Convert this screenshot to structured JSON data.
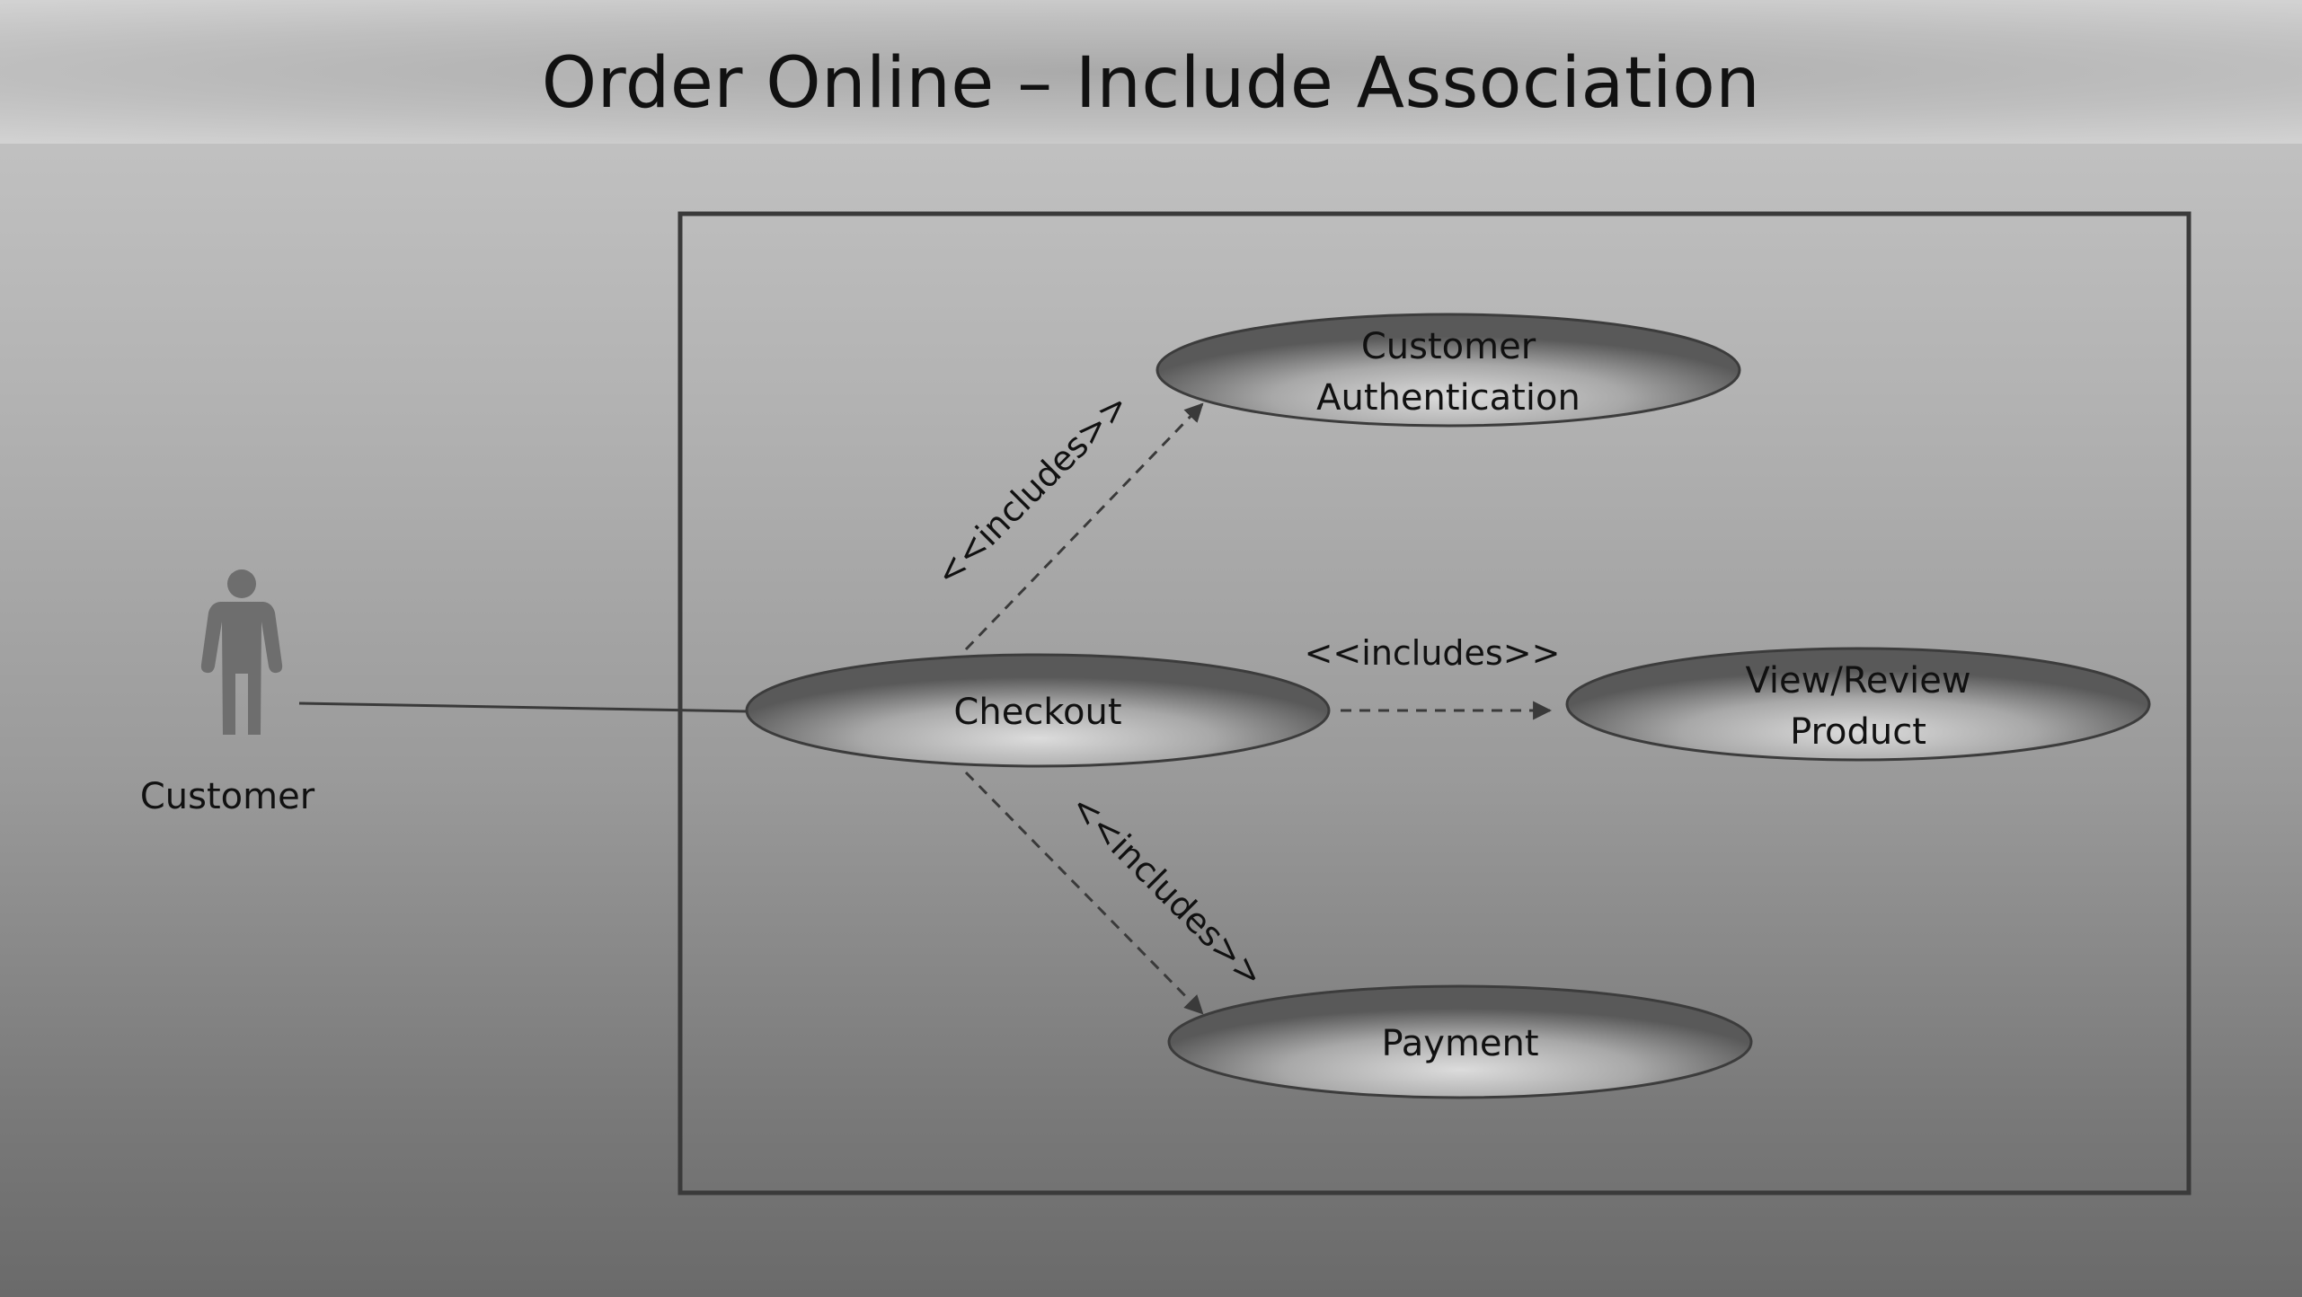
{
  "title": "Order Online – Include Association",
  "actor": {
    "label": "Customer",
    "icon": "person-icon"
  },
  "use_cases": {
    "checkout": "Checkout",
    "customer_auth": [
      "Customer",
      "Authentication"
    ],
    "view_review": [
      "View/Review",
      "Product"
    ],
    "payment": "Payment"
  },
  "relations": {
    "include_auth": "<<includes>>",
    "include_view": "<<includes>>",
    "include_payment": "<<includes>>"
  },
  "colors": {
    "line": "#3a3a3a",
    "ellipse_stroke": "#3c3c3c",
    "actor_fill": "#6e6e6e"
  }
}
